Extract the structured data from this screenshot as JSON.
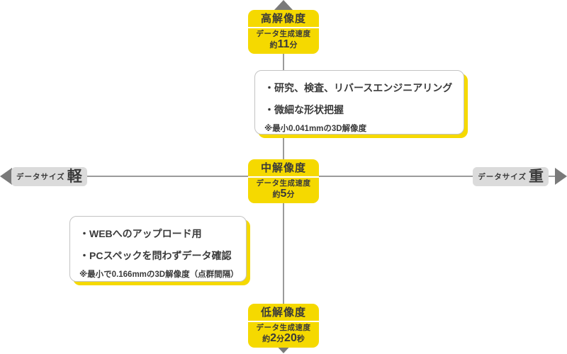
{
  "diagram": {
    "axis": {
      "left": {
        "label": "データサイズ",
        "value": "軽"
      },
      "right": {
        "label": "データサイズ",
        "value": "重"
      }
    },
    "nodes": {
      "high": {
        "title": "高解像度",
        "speed_label": "データ生成速度",
        "about": "約",
        "value": "11",
        "unit": "分"
      },
      "mid": {
        "title": "中解像度",
        "speed_label": "データ生成速度",
        "about": "約",
        "value": "5",
        "unit": "分"
      },
      "low": {
        "title": "低解像度",
        "speed_label": "データ生成速度",
        "about": "約",
        "value": "2",
        "unit": "分",
        "value2": "20",
        "unit2": "秒"
      }
    },
    "boxes": {
      "high_res": {
        "items": [
          "・研究、検査、リバースエンジニアリング",
          "・微細な形状把握"
        ],
        "note": "※最小0.041mmの3D解像度"
      },
      "low_res": {
        "items": [
          "・WEBへのアップロード用",
          "・PCスペックを問わずデータ確認"
        ],
        "note": "※最小で0.166mmの3D解像度（点群間隔）"
      }
    },
    "colors": {
      "yellow": "#F5D900",
      "text": "#3A3A3A",
      "line": "#9B9B9B",
      "arrow": "#7A7A7A",
      "pill": "#DBDBDB"
    }
  }
}
